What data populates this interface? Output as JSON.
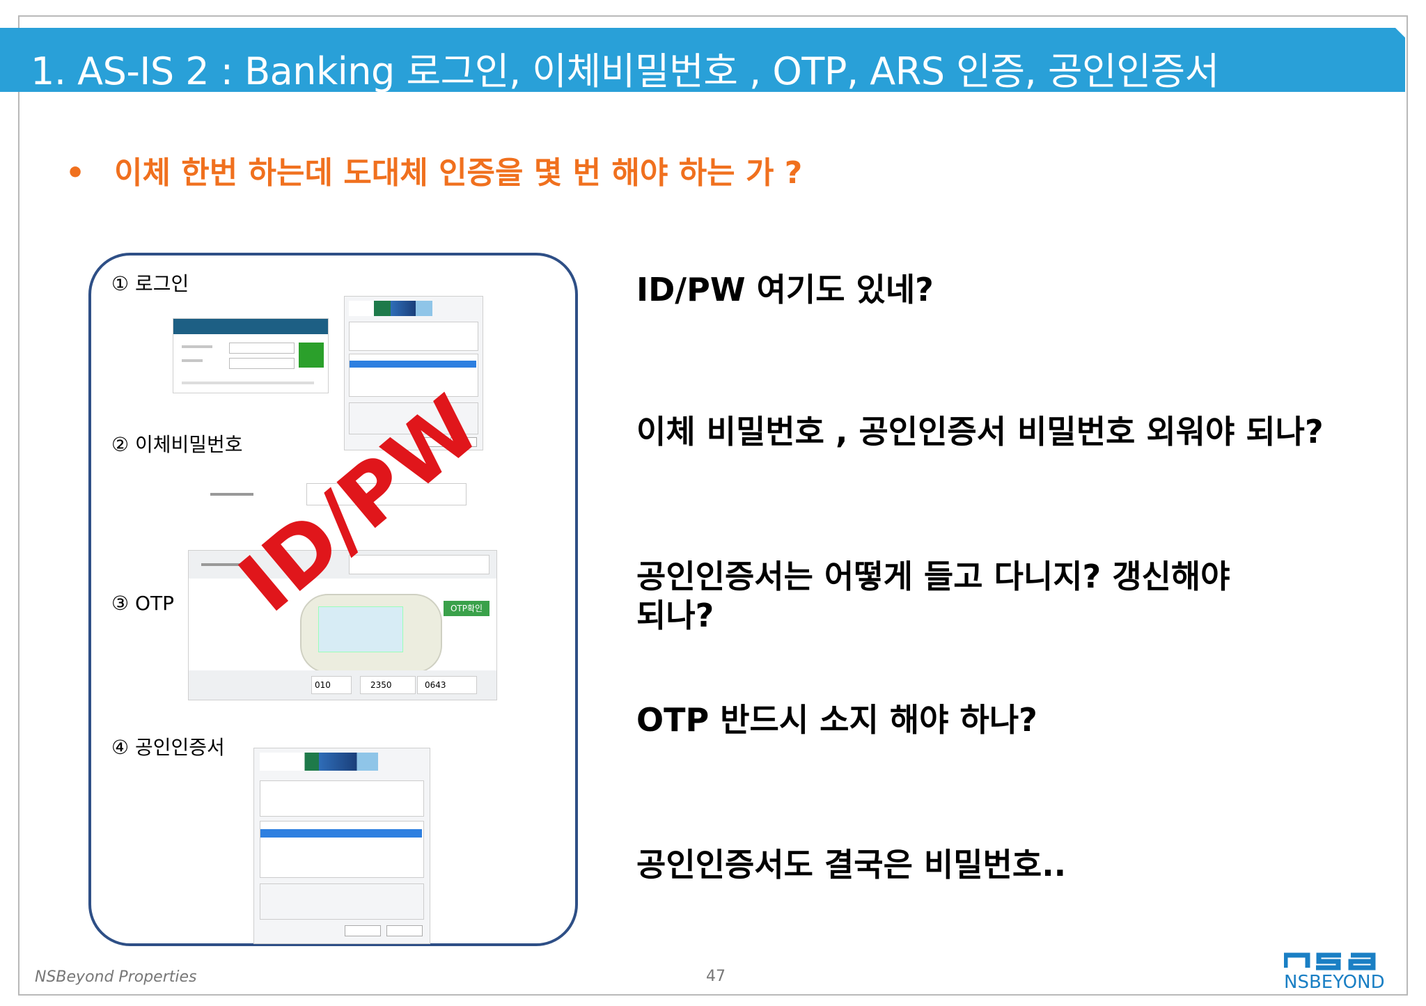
{
  "slide": {
    "title": "1. AS-IS 2 :  Banking  로그인, 이체비밀번호 , OTP,  ARS 인증, 공인인증서",
    "bullet": "이체 한번 하는데  도대체 인증을 몇 번 해야 하는 가 ?",
    "footer": "NSBeyond Properties",
    "page_number": "47",
    "logo_text": "NSBEYOND",
    "accent_color": "#29a0d8",
    "bullet_color": "#f0701e",
    "stamp_color": "#e0161b"
  },
  "steps": {
    "s1": "① 로그인",
    "s2": "② 이체비밀번호",
    "s3": "③ OTP",
    "s4": "④ 공인인증서"
  },
  "stamp": "ID/PW",
  "questions": {
    "q1": "ID/PW 여기도 있네?",
    "q2": "이체 비밀번호 , 공인인증서 비밀번호 외워야 되나?",
    "q3a": "공인인증서는 어떻게 들고 다니지?  갱신해야",
    "q3b": "되나?",
    "q4": "OTP 반드시 소지 해야 하나?",
    "q5": "공인인증서도 결국은 비밀번호.."
  },
  "otp_form": {
    "phone_1": "010",
    "phone_2": "2350",
    "phone_3": "0643",
    "otp_button": "OTP확인"
  }
}
